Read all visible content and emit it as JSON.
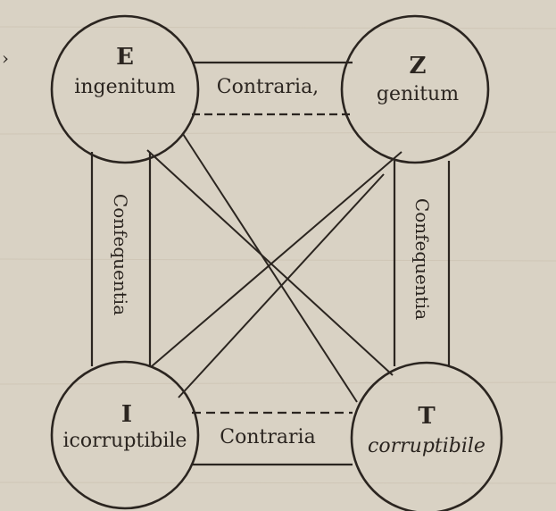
{
  "nodes": {
    "top_left": {
      "letter": "E",
      "term": "ingenitum"
    },
    "top_right": {
      "letter": "Z",
      "term": "genitum"
    },
    "bottom_left": {
      "letter": "I",
      "term": "icorruptibile"
    },
    "bottom_right": {
      "letter": "T",
      "term": "corruptibile"
    }
  },
  "relations": {
    "top": "Contraria,",
    "bottom": "Contraria",
    "left": "Confequentia",
    "right": "Confequentia"
  },
  "colors": {
    "paper": "#d9d2c4",
    "ink": "#2b2520"
  }
}
